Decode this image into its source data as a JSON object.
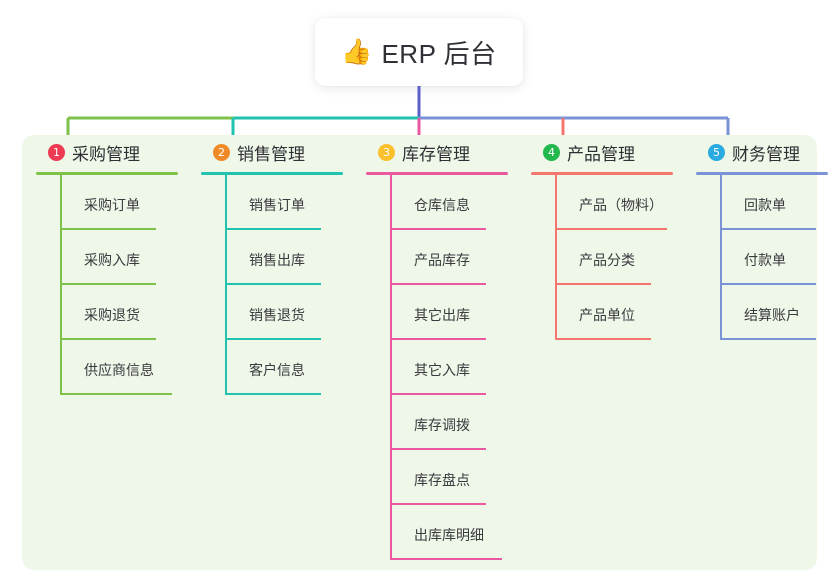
{
  "root": {
    "icon": "thumbs-up-icon",
    "emoji": "👍",
    "title": "ERP 后台"
  },
  "colors": {
    "panel_background": "#eef7e8",
    "page_background": "#ffffff",
    "root_stem": "#5b5fc7",
    "trunk": "#5b5fc7",
    "branch_1": "#7fc24a",
    "branch_2": "#22c3ae",
    "branch_3": "#ea58a0",
    "branch_4": "#f4766e",
    "branch_5": "#7a92d6",
    "badge_1": "#ee3a53",
    "badge_2": "#f08a28",
    "badge_3": "#fbc02d",
    "badge_4": "#22b84c",
    "badge_5": "#29abe2",
    "text": "#2f2f35",
    "leaf_text": "#3a3a3f"
  },
  "chart_data": {
    "type": "diagram",
    "diagram_kind": "mind-map",
    "title": "ERP 后台",
    "branch_count": 5,
    "leaf_total": 21
  },
  "branches": [
    {
      "number": "1",
      "title": "采购管理",
      "color": "#7fc24a",
      "badge_color": "#ee3a53",
      "leaves": [
        {
          "label": "采购订单"
        },
        {
          "label": "采购入库"
        },
        {
          "label": "采购退货"
        },
        {
          "label": "供应商信息"
        }
      ]
    },
    {
      "number": "2",
      "title": "销售管理",
      "color": "#22c3ae",
      "badge_color": "#f08a28",
      "leaves": [
        {
          "label": "销售订单"
        },
        {
          "label": "销售出库"
        },
        {
          "label": "销售退货"
        },
        {
          "label": "客户信息"
        }
      ]
    },
    {
      "number": "3",
      "title": "库存管理",
      "color": "#ea58a0",
      "badge_color": "#fbc02d",
      "leaves": [
        {
          "label": "仓库信息"
        },
        {
          "label": "产品库存"
        },
        {
          "label": "其它出库"
        },
        {
          "label": "其它入库"
        },
        {
          "label": "库存调拨"
        },
        {
          "label": "库存盘点"
        },
        {
          "label": "出库库明细"
        }
      ]
    },
    {
      "number": "4",
      "title": "产品管理",
      "color": "#f4766e",
      "badge_color": "#22b84c",
      "leaves": [
        {
          "label": "产品（物料）"
        },
        {
          "label": "产品分类"
        },
        {
          "label": "产品单位"
        }
      ]
    },
    {
      "number": "5",
      "title": "财务管理",
      "color": "#7a92d6",
      "badge_color": "#29abe2",
      "leaves": [
        {
          "label": "回款单"
        },
        {
          "label": "付款单"
        },
        {
          "label": "结算账户"
        }
      ]
    }
  ]
}
